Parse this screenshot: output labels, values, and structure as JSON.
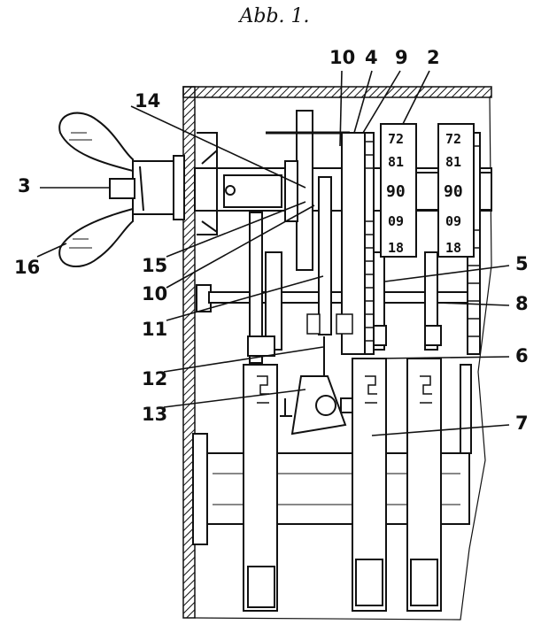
{
  "figure": {
    "caption": "Abb. 1."
  },
  "labels": {
    "l3": "3",
    "l16": "16",
    "l14": "14",
    "l15": "15",
    "l10a": "10",
    "l10b": "10",
    "l11": "11",
    "l12": "12",
    "l13": "13",
    "l4": "4",
    "l9": "9",
    "l2": "2",
    "l5": "5",
    "l8": "8",
    "l6": "6",
    "l7": "7"
  },
  "counter_digits": {
    "wheel1": [
      "72",
      "81",
      "90",
      "09",
      "18"
    ],
    "wheel2": [
      "72",
      "81",
      "90",
      "09",
      "18"
    ]
  }
}
